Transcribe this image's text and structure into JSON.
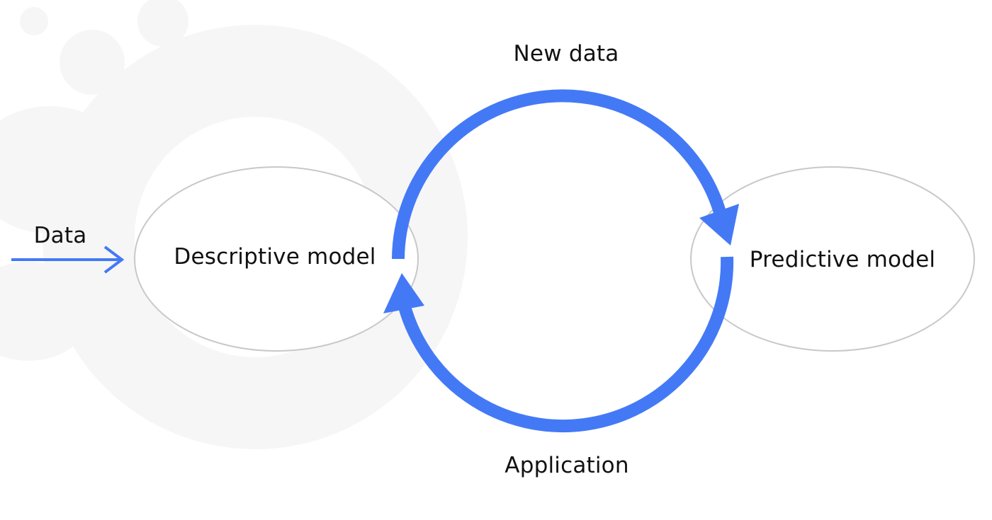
{
  "colors": {
    "accent": "#4479f6",
    "node_border": "#c8c8c8",
    "background_art": "#f6f6f6",
    "text": "#111111"
  },
  "nodes": {
    "descriptive": {
      "label": "Descriptive model"
    },
    "predictive": {
      "label": "Predictive model"
    }
  },
  "edges": {
    "input": {
      "label": "Data"
    },
    "top_arc": {
      "label": "New data"
    },
    "bottom_arc": {
      "label": "Application"
    }
  }
}
